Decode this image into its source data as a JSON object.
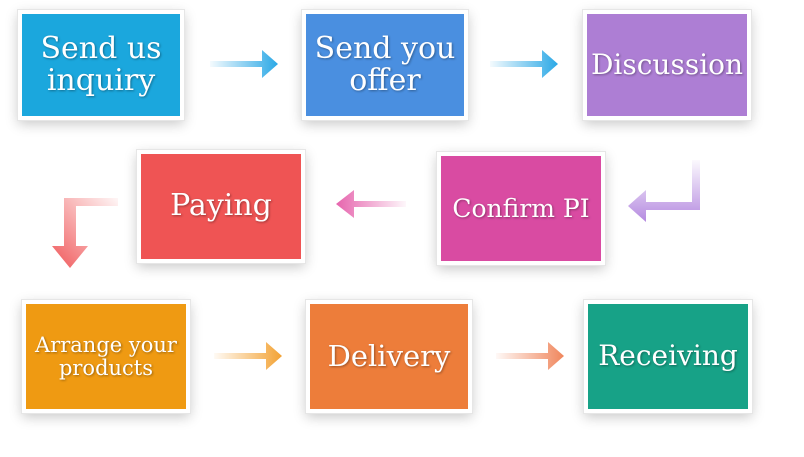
{
  "steps": [
    {
      "id": "send-inquiry",
      "label": "Send us inquiry",
      "color": "#1ba7dd"
    },
    {
      "id": "send-offer",
      "label": "Send you offer",
      "color": "#4a8fe0"
    },
    {
      "id": "discussion",
      "label": "Discussion",
      "color": "#ad7ed4"
    },
    {
      "id": "confirm-pi",
      "label": "Confirm PI",
      "color": "#d94ba2"
    },
    {
      "id": "paying",
      "label": "Paying",
      "color": "#ef5454"
    },
    {
      "id": "arrange-products",
      "label": "Arrange your products",
      "color": "#ef9a12"
    },
    {
      "id": "delivery",
      "label": "Delivery",
      "color": "#ed7d3a"
    },
    {
      "id": "receiving",
      "label": "Receiving",
      "color": "#17a287"
    }
  ],
  "arrow_colors": {
    "row1": "#2aa8e6",
    "confirm_turn": "#b58ae0",
    "to_paying": "#e664ad",
    "down_turn": "#f0585a",
    "row3a": "#f3a233",
    "row3b": "#f0865c"
  }
}
